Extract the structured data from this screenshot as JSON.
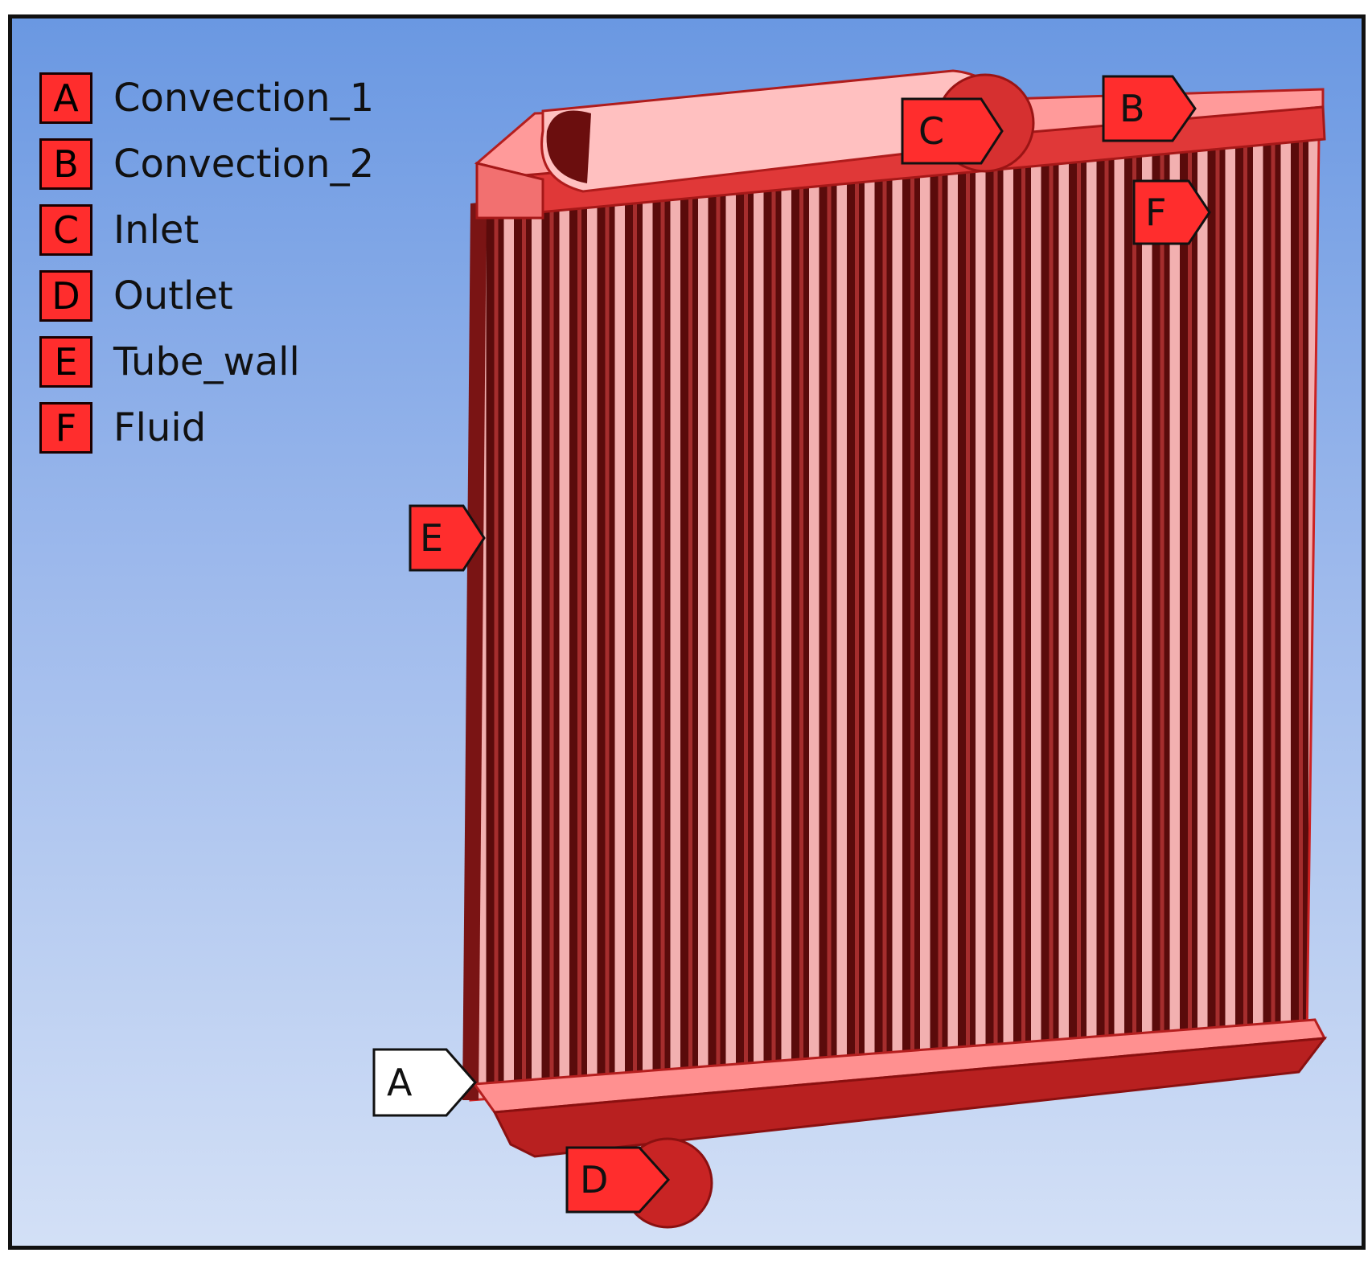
{
  "legend": [
    {
      "key": "A",
      "label": "Convection_1"
    },
    {
      "key": "B",
      "label": "Convection_2"
    },
    {
      "key": "C",
      "label": "Inlet"
    },
    {
      "key": "D",
      "label": "Outlet"
    },
    {
      "key": "E",
      "label": "Tube_wall"
    },
    {
      "key": "F",
      "label": "Fluid"
    }
  ],
  "tags": {
    "A": "A",
    "B": "B",
    "C": "C",
    "D": "D",
    "E": "E",
    "F": "F"
  },
  "colors": {
    "tag_fill": "#ff2d2d",
    "tag_selected_fill": "#ffffff",
    "tube_dark": "#5a0b0b",
    "tube_light": "#f06a6a",
    "header": "#e23a3a",
    "header_light": "#ffb8b8"
  }
}
